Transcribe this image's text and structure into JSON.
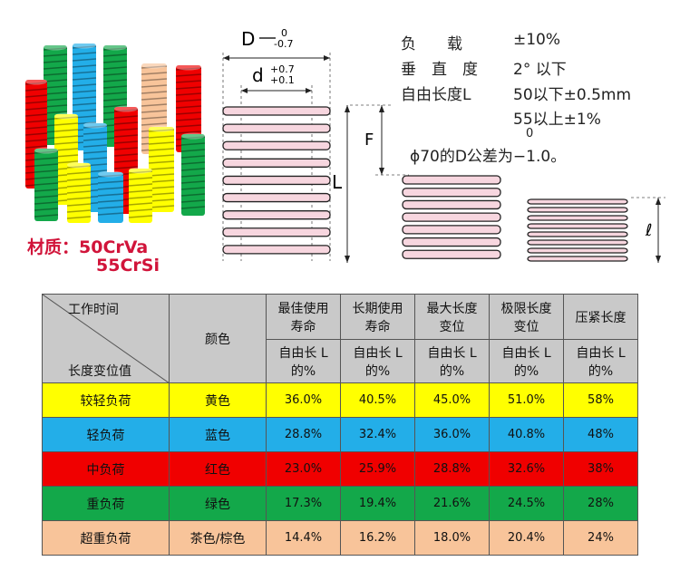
{
  "material": {
    "label": "材质：50CrVa",
    "second": "55CrSi"
  },
  "diagram": {
    "D_label": "D",
    "D_tol_top": "0",
    "D_tol_bottom": "-0.7",
    "d_label": "d",
    "d_tol_top": "+0.7",
    "d_tol_bottom": "+0.1",
    "F_label": "F",
    "L_label": "L",
    "l_label": "ℓ"
  },
  "specs": {
    "load_label": "负　　载",
    "load_value": "±10%",
    "perp_label": "垂　直　度",
    "perp_value": "2° 以下",
    "free_label": "自由长度L",
    "free_value1": "50以下±0.5mm",
    "free_value2": "55以上±1%",
    "tol_zero": "0",
    "tol_note": "ϕ70的D公差为−1.0。"
  },
  "table": {
    "corner_top": "工作时间",
    "corner_bottom": "长度变位值",
    "color_header": "颜色",
    "columns": [
      {
        "line1": "最佳使用",
        "line2": "寿命"
      },
      {
        "line1": "长期使用",
        "line2": "寿命"
      },
      {
        "line1": "最大长度",
        "line2": "变位"
      },
      {
        "line1": "极限长度",
        "line2": "变位"
      },
      {
        "line1": "压紧长度",
        "line2": ""
      }
    ],
    "sub_line1": "自由长 L",
    "sub_line2": "的%",
    "rows": [
      {
        "load": "较轻负荷",
        "color": "黄色",
        "values": [
          "36.0%",
          "40.5%",
          "45.0%",
          "51.0%",
          "58%"
        ]
      },
      {
        "load": "轻负荷",
        "color": "蓝色",
        "values": [
          "28.8%",
          "32.4%",
          "36.0%",
          "40.8%",
          "48%"
        ]
      },
      {
        "load": "中负荷",
        "color": "红色",
        "values": [
          "23.0%",
          "25.9%",
          "28.8%",
          "32.6%",
          "38%"
        ]
      },
      {
        "load": "重负荷",
        "color": "绿色",
        "values": [
          "17.3%",
          "19.4%",
          "21.6%",
          "24.5%",
          "28%"
        ]
      },
      {
        "load": "超重负荷",
        "color": "茶色/棕色",
        "values": [
          "14.4%",
          "16.2%",
          "18.0%",
          "20.4%",
          "24%"
        ]
      }
    ]
  },
  "colors": {
    "yellow": "#ffff00",
    "blue": "#23aee8",
    "red": "#f00000",
    "green": "#13a84a",
    "tan": "#f8c49a",
    "header_gray": "#c9c9c9",
    "material_red": "#d1143a"
  }
}
